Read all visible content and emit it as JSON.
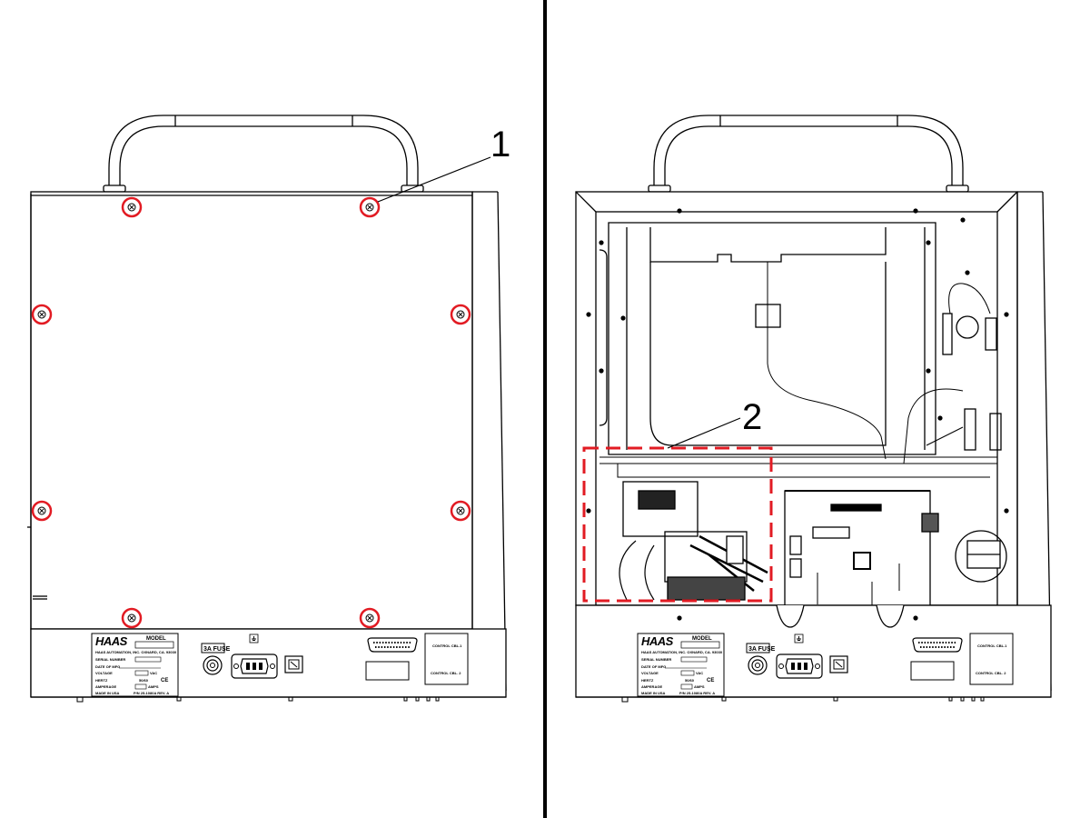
{
  "callouts": {
    "one": "1",
    "two": "2"
  },
  "label_plate": {
    "brand": "HAAS",
    "model": "MODEL",
    "company": "HAAS AUTOMATION, INC. OXNARD, CA. 93030",
    "serial": "SERIAL NUMBER",
    "date": "DATE OF MFG",
    "voltage": "VOLTAGE",
    "vac": "VAC",
    "hertz": "HERTZ",
    "hz": "50/60",
    "amperage": "AMPERAGE",
    "amps": "AMPS",
    "ce": "CE",
    "made": "MADE IN USA",
    "part": "P/N  25-1080A  REV. A"
  },
  "fuse_label": "3A  FUSE",
  "control_labels": {
    "cbl1": "CONTROL CBL.1",
    "cbl2": "CONTROL CBL. 2"
  },
  "colors": {
    "highlight": "#e21b23",
    "line": "#000000",
    "background": "#ffffff"
  },
  "icons": [
    "screw-icon",
    "handle-icon",
    "fuse-holder-icon",
    "power-inlet-icon",
    "switch-icon",
    "db25-connector-icon",
    "ground-symbol-icon"
  ]
}
